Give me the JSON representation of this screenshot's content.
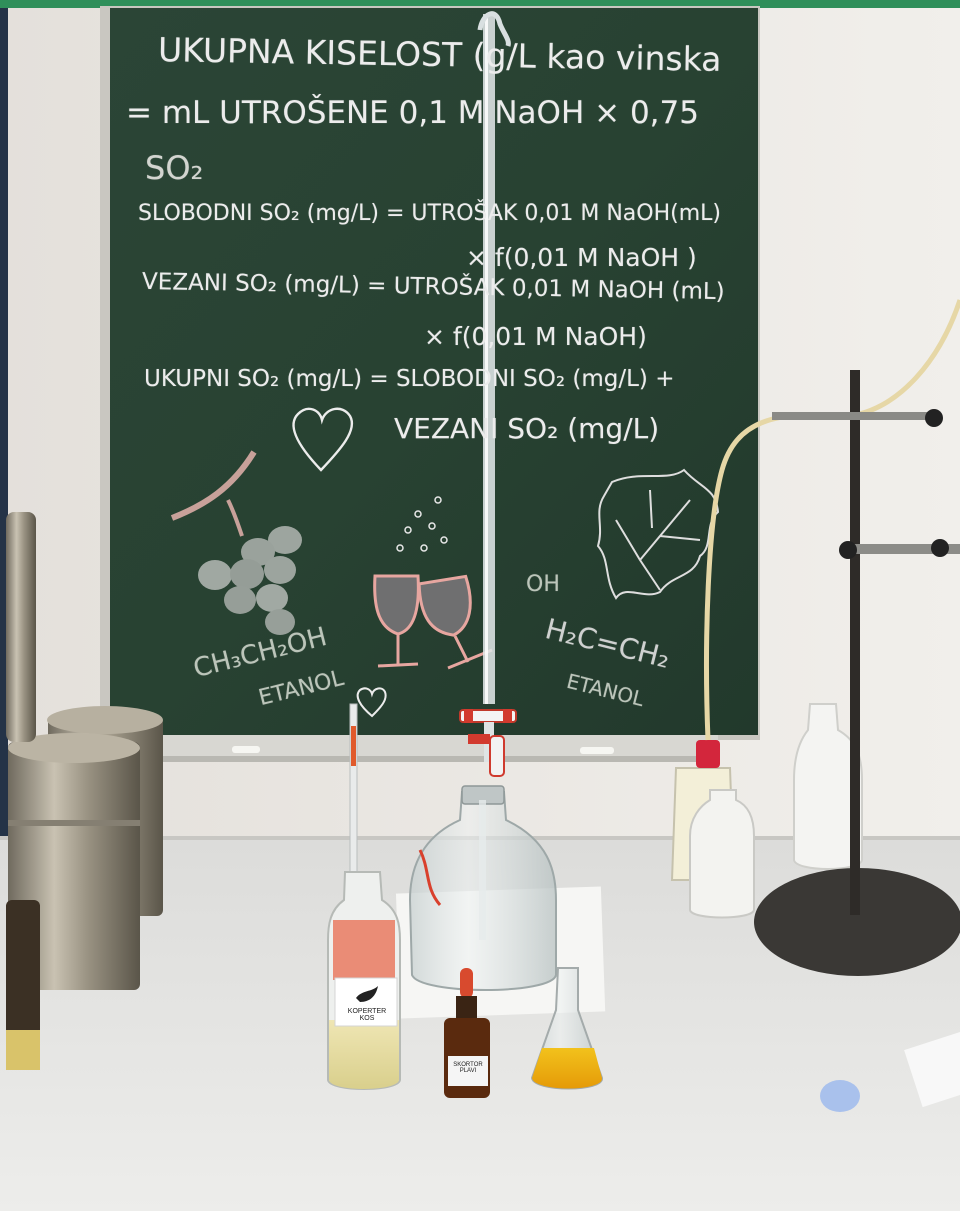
{
  "board": {
    "line1": "UKUPNA KISELOST (g/L kao vinska",
    "line2": "= mL UTROŠENE 0,1 M NaOH × 0,75",
    "line3": "SO₂",
    "line4": "SLOBODNI SO₂ (mg/L) = UTROŠAK 0,01 M NaOH(mL)",
    "line5": "× f(0,01 M NaOH )",
    "line6": "VEZANI SO₂ (mg/L) = UTROŠAK 0,01 M NaOH (mL)",
    "line7": "× f(0,01 M NaOH)",
    "line8": "UKUPNI SO₂ (mg/L) = SLOBODNI SO₂ (mg/L) +",
    "line9": "VEZANI SO₂ (mg/L)",
    "ethanol_left_formula": "CH₃CH₂OH",
    "ethanol_left_label": "ETANOL",
    "ethanol_right_oh": "OH",
    "ethanol_right_formula": "H₂C=CH₂",
    "ethanol_right_label": "ETANOL"
  },
  "labels": {
    "bottle_label": "KOPERTER KOS",
    "dropper_label": "SKORTOR PLAVI"
  },
  "colors": {
    "chalkboard": "#2a4434",
    "wall": "#ece9e4",
    "bench": "#e8e8e6",
    "chalk": "#ececec"
  },
  "icons": {
    "heart": "heart-icon",
    "grapes": "grapes-icon",
    "wine_glasses": "wine-glasses-icon",
    "vine_leaf": "vine-leaf-icon"
  }
}
